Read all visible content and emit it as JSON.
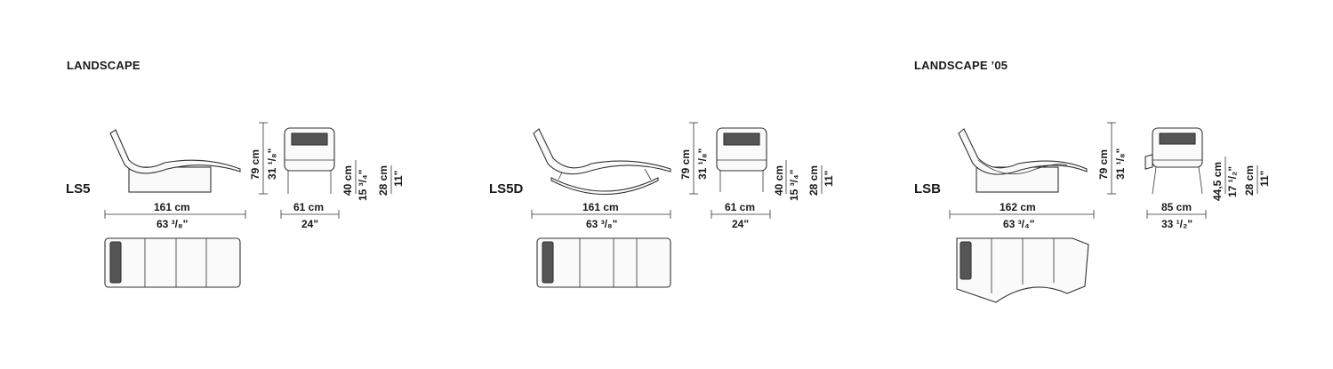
{
  "sections": [
    {
      "title": "LANDSCAPE"
    },
    {
      "title": "LANDSCAPE ’05"
    }
  ],
  "models": [
    {
      "code": "LS5",
      "side": {
        "height_cm": "79 cm",
        "height_in": "31 ¹/₈\"",
        "length_cm": "161 cm",
        "length_in": "63 ³/₈\""
      },
      "front": {
        "seat_cm": "40 cm",
        "seat_in": "15 ³/₄\"",
        "arm_cm": "28 cm",
        "arm_in": "11\"",
        "width_cm": "61 cm",
        "width_in": "24\""
      }
    },
    {
      "code": "LS5D",
      "side": {
        "height_cm": "79 cm",
        "height_in": "31 ¹/₈\"",
        "length_cm": "161 cm",
        "length_in": "63 ³/₈\""
      },
      "front": {
        "seat_cm": "40 cm",
        "seat_in": "15 ³/₄\"",
        "arm_cm": "28 cm",
        "arm_in": "11\"",
        "width_cm": "61 cm",
        "width_in": "24\""
      }
    },
    {
      "code": "LSB",
      "side": {
        "height_cm": "79 cm",
        "height_in": "31 ¹/₈\"",
        "length_cm": "162 cm",
        "length_in": "63 ³/₄\""
      },
      "front": {
        "seat_cm": "44,5 cm",
        "seat_in": "17 ¹/₂\"",
        "arm_cm": "28 cm",
        "arm_in": "11\"",
        "width_cm": "85 cm",
        "width_in": "33 ¹/₂\""
      }
    }
  ]
}
